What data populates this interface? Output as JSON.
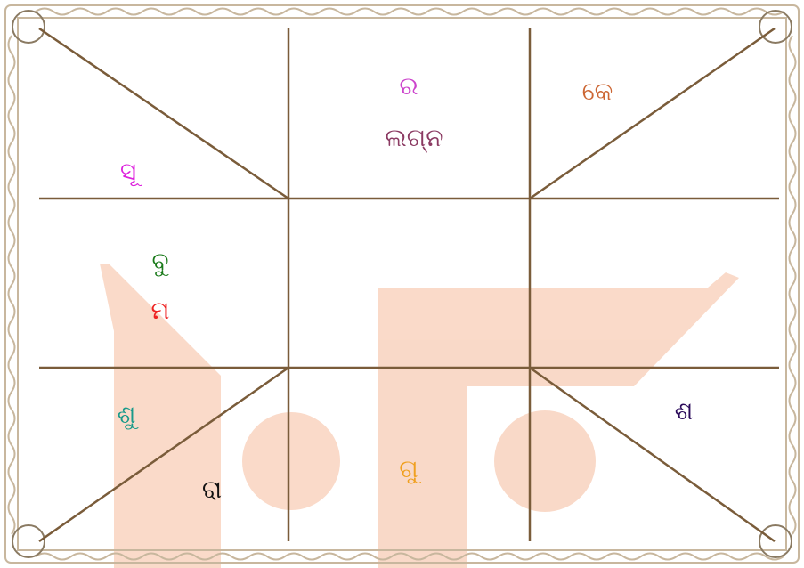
{
  "chart": {
    "colors": {
      "grid_line": "#7a5c3a",
      "frame_ornament": "#c8b79e",
      "watermark": "#f9d3bf"
    },
    "houses": [
      {
        "house": "ascendant-top",
        "items": [
          {
            "text": "ର",
            "color": "#cc44cc"
          },
          {
            "text": "ଲଗ୍ନ",
            "color": "#8b3a62"
          }
        ]
      },
      {
        "house": "top-right",
        "items": [
          {
            "text": "କେ",
            "color": "#cc6633"
          }
        ]
      },
      {
        "house": "top-left-lower",
        "items": [
          {
            "text": "ସୂ",
            "color": "#dd22dd"
          }
        ]
      },
      {
        "house": "middle-left",
        "items": [
          {
            "text": "ବୁ",
            "color": "#1a7a1a"
          },
          {
            "text": "ମ",
            "color": "#ee2222"
          }
        ]
      },
      {
        "house": "bottom-left-upper",
        "items": [
          {
            "text": "ଶୁ",
            "color": "#1a9a8a"
          }
        ]
      },
      {
        "house": "bottom-left-lower",
        "items": [
          {
            "text": "ରା",
            "color": "#111111"
          }
        ]
      },
      {
        "house": "bottom-center",
        "items": [
          {
            "text": "ଗୁ",
            "color": "#f0a020"
          }
        ]
      },
      {
        "house": "bottom-right",
        "items": [
          {
            "text": "ଶ",
            "color": "#2a0a5a"
          }
        ]
      }
    ]
  }
}
